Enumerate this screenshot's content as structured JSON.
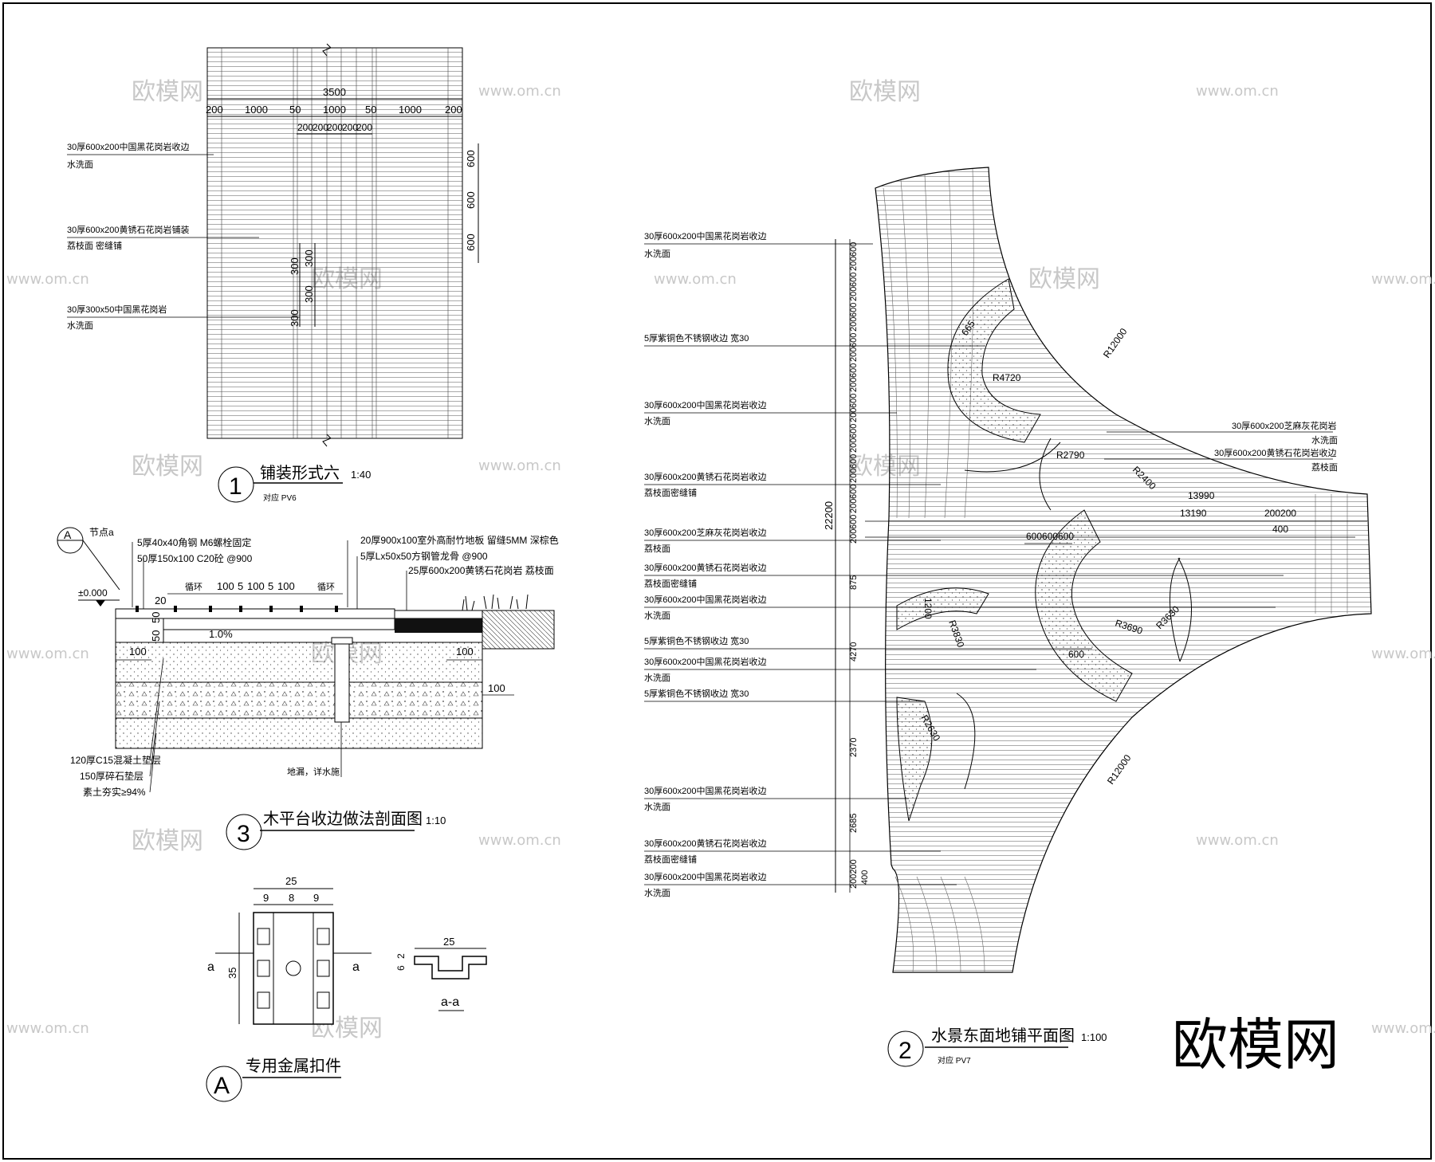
{
  "watermarks": {
    "brand": "欧模网",
    "url": "www.om.cn",
    "corner_logo": "欧模网"
  },
  "drawing1": {
    "number": "1",
    "title": "铺装形式六",
    "scale": "1:40",
    "ref": "对应 PV6",
    "total_width": "3500",
    "dims_top": [
      "200",
      "1000",
      "50",
      "1000",
      "50",
      "1000",
      "200"
    ],
    "dims_center": [
      "200",
      "200",
      "200",
      "200",
      "200"
    ],
    "dims_right": [
      "600",
      "600",
      "600"
    ],
    "dims_vertical": [
      "300",
      "300",
      "300",
      "300"
    ],
    "labels": [
      {
        "line1": "30厚600x200中国黑花岗岩收边",
        "line2": "水洗面"
      },
      {
        "line1": "30厚600x200黄锈石花岗岩铺装",
        "line2": "荔枝面  密缝铺"
      },
      {
        "line1": "30厚300x50中国黑花岗岩",
        "line2": "水洗面"
      }
    ]
  },
  "drawing3": {
    "number": "3",
    "title": "木平台收边做法剖面图",
    "scale": "1:10",
    "node_label": "节点a",
    "node_letter": "A",
    "elevation": "±0.000",
    "top_labels_left": [
      "5厚40x40角钢   M6螺栓固定",
      "50厚150x100  C20砼 @900"
    ],
    "top_labels_right": [
      "20厚900x100室外高耐竹地板  留缝5MM  深棕色",
      "5厚Lx50x50方钢管龙骨 @900",
      "25厚600x200黄锈石花岗岩  荔枝面"
    ],
    "dims": [
      "20",
      "循环",
      "100",
      "5",
      "100",
      "5",
      "100",
      "循环",
      "50",
      "50",
      "100",
      "100",
      "100"
    ],
    "slope": "1.0%",
    "bottom_labels": [
      "120厚C15混凝土垫层",
      "150厚碎石垫层",
      "素土夯实≥94%"
    ],
    "drain_label": "地漏，详水施"
  },
  "drawingA": {
    "letter": "A",
    "title": "专用金属扣件",
    "dims_top": [
      "25",
      "9",
      "8",
      "9"
    ],
    "dim_side": "35",
    "section_marks": [
      "a",
      "a"
    ],
    "section_width": "25",
    "section_heights": [
      "6",
      "2"
    ],
    "section_title": "a-a"
  },
  "drawing2": {
    "number": "2",
    "title": "水景东面地铺平面图",
    "scale": "1:100",
    "ref": "对应 PV7",
    "overall_dim": "22200",
    "labels": [
      {
        "line1": "30厚600x200中国黑花岗岩收边",
        "line2": "水洗面"
      },
      {
        "line1": "5厚紫铜色不锈钢收边   宽30",
        "line2": ""
      },
      {
        "line1": "30厚600x200中国黑花岗岩收边",
        "line2": "水洗面"
      },
      {
        "line1": "30厚600x200黄锈石花岗岩收边",
        "line2": "荔枝面密缝铺"
      },
      {
        "line1": "30厚600x200芝麻灰花岗岩收边",
        "line2": "荔枝面"
      },
      {
        "line1": "30厚600x200黄锈石花岗岩收边",
        "line2": "荔枝面密缝铺"
      },
      {
        "line1": "30厚600x200中国黑花岗岩收边",
        "line2": "水洗面"
      },
      {
        "line1": "5厚紫铜色不锈钢收边   宽30",
        "line2": ""
      },
      {
        "line1": "30厚600x200中国黑花岗岩收边",
        "line2": "水洗面"
      },
      {
        "line1": "5厚紫铜色不锈钢收边   宽30",
        "line2": ""
      },
      {
        "line1": "30厚600x200中国黑花岗岩收边",
        "line2": "水洗面"
      },
      {
        "line1": "30厚600x200黄锈石花岗岩收边",
        "line2": "荔枝面密缝铺"
      },
      {
        "line1": "30厚600x200中国黑花岗岩收边",
        "line2": "水洗面"
      }
    ],
    "right_labels": [
      {
        "line1": "30厚600x200芝麻灰花岗岩",
        "line2": "水洗面"
      },
      {
        "line1": "30厚600x200黄锈石花岗岩收边",
        "line2": "荔枝面"
      }
    ],
    "radii": [
      "R12000",
      "R4720",
      "R2790",
      "R2400",
      "R3690",
      "R3630",
      "R3830",
      "R2630",
      "R12000"
    ],
    "misc_dims": [
      "665",
      "13990",
      "13190",
      "200200",
      "400",
      "600600600",
      "1200",
      "600"
    ],
    "left_dims_top": [
      "600",
      "200",
      "600",
      "200",
      "600",
      "200",
      "600",
      "200",
      "600",
      "200",
      "600",
      "200",
      "600",
      "200",
      "600",
      "200",
      "600",
      "200",
      "600",
      "200"
    ],
    "left_dims_bottom": [
      "875",
      "4270",
      "2370",
      "2685",
      "200200",
      "400"
    ]
  }
}
